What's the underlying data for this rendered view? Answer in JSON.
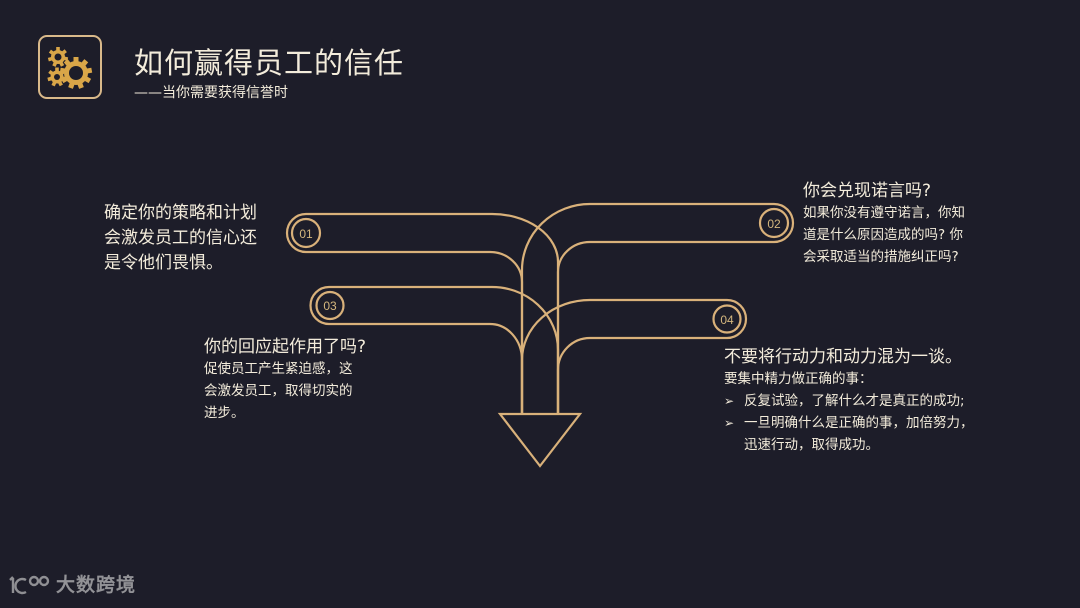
{
  "header": {
    "icon": "gears-icon",
    "title": "如何赢得员工的信任",
    "subtitle": "——当你需要获得信誉时"
  },
  "diagram": {
    "stroke_color": "#d9b17a",
    "number_color": "#d4b77e",
    "arrow": "down-arrow",
    "steps": [
      {
        "number": "01",
        "side": "left",
        "heading": "",
        "body_lines": [
          "确定你的策略和计划",
          "会激发员工的信心还",
          "是令他们畏惧。"
        ]
      },
      {
        "number": "02",
        "side": "right",
        "heading": "你会兑现诺言吗?",
        "body_lines": [
          "如果你没有遵守诺言，你知",
          "道是什么原因造成的吗? 你",
          "会采取适当的措施纠正吗?"
        ]
      },
      {
        "number": "03",
        "side": "left",
        "heading": "你的回应起作用了吗?",
        "body_lines": [
          "促使员工产生紧迫感，这",
          "会激发员工，取得切实的",
          "进步。"
        ]
      },
      {
        "number": "04",
        "side": "right",
        "heading": "不要将行动力和动力混为一谈。",
        "intro": "要集中精力做正确的事：",
        "bullet_symbol": "➢",
        "bullets": [
          {
            "lines": [
              "反复试验，了解什么才是真正的成功;"
            ]
          },
          {
            "lines": [
              "一旦明确什么是正确的事，加倍努力，",
              "迅速行动，取得成功。"
            ]
          }
        ]
      }
    ]
  },
  "footer": {
    "logo_icon": "100-logo-icon",
    "brand": "大数跨境"
  }
}
